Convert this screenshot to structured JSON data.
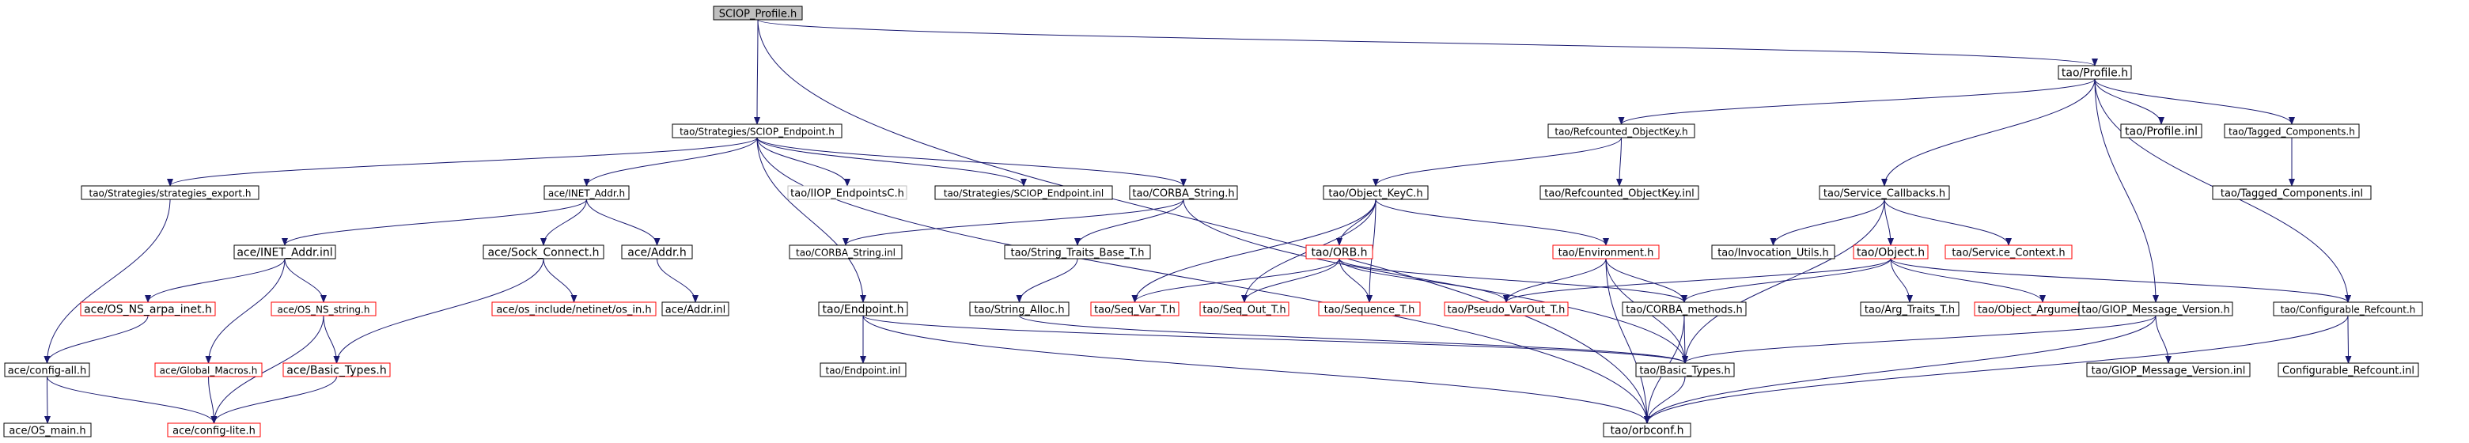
{
  "root": "SCIOP_Profile.h",
  "nodes": {
    "root": {
      "label": "SCIOP_Profile.h",
      "style": "root"
    },
    "sciop_ep": {
      "label": "tao/Strategies/SCIOP_Endpoint.h",
      "style": "black"
    },
    "profile": {
      "label": "tao/Profile.h",
      "style": "black"
    },
    "strat_export": {
      "label": "tao/Strategies/strategies_export.h",
      "style": "black"
    },
    "inet_addr": {
      "label": "ace/INET_Addr.h",
      "style": "black"
    },
    "iiop_epc": {
      "label": "tao/IIOP_EndpointsC.h",
      "style": "gray"
    },
    "sciop_ep_inl": {
      "label": "tao/Strategies/SCIOP_Endpoint.inl",
      "style": "black"
    },
    "corba_string": {
      "label": "tao/CORBA_String.h",
      "style": "black"
    },
    "refc_objkey": {
      "label": "tao/Refcounted_ObjectKey.h",
      "style": "black"
    },
    "profile_inl": {
      "label": "tao/Profile.inl",
      "style": "black"
    },
    "tagged_comp": {
      "label": "tao/Tagged_Components.h",
      "style": "black"
    },
    "inet_addr_inl": {
      "label": "ace/INET_Addr.inl",
      "style": "black"
    },
    "sock_connect": {
      "label": "ace/Sock_Connect.h",
      "style": "black"
    },
    "addr": {
      "label": "ace/Addr.h",
      "style": "black"
    },
    "objkeyc": {
      "label": "tao/Object_KeyC.h",
      "style": "black"
    },
    "refc_objkey_inl": {
      "label": "tao/Refcounted_ObjectKey.inl",
      "style": "black"
    },
    "svc_callbacks": {
      "label": "tao/Service_Callbacks.h",
      "style": "black"
    },
    "tagged_comp_inl": {
      "label": "tao/Tagged_Components.inl",
      "style": "black"
    },
    "corba_string_inl": {
      "label": "tao/CORBA_String.inl",
      "style": "black"
    },
    "str_traits_base": {
      "label": "tao/String_Traits_Base_T.h",
      "style": "black"
    },
    "orb": {
      "label": "tao/ORB.h",
      "style": "red"
    },
    "environment": {
      "label": "tao/Environment.h",
      "style": "red"
    },
    "invocation_utils": {
      "label": "tao/Invocation_Utils.h",
      "style": "black"
    },
    "object": {
      "label": "tao/Object.h",
      "style": "red"
    },
    "svc_context": {
      "label": "tao/Service_Context.h",
      "style": "red"
    },
    "ace_ns_arpa_inet": {
      "label": "ace/OS_NS_arpa_inet.h",
      "style": "red"
    },
    "ace_ns_string": {
      "label": "ace/OS_NS_string.h",
      "style": "red"
    },
    "ace_netinet_in": {
      "label": "ace/os_include/netinet/os_in.h",
      "style": "red"
    },
    "addr_inl": {
      "label": "ace/Addr.inl",
      "style": "black"
    },
    "endpoint": {
      "label": "tao/Endpoint.h",
      "style": "black"
    },
    "string_alloc": {
      "label": "tao/String_Alloc.h",
      "style": "black"
    },
    "seq_var": {
      "label": "tao/Seq_Var_T.h",
      "style": "red"
    },
    "seq_out": {
      "label": "tao/Seq_Out_T.h",
      "style": "red"
    },
    "sequence_t": {
      "label": "tao/Sequence_T.h",
      "style": "red"
    },
    "pseudo_varout": {
      "label": "tao/Pseudo_VarOut_T.h",
      "style": "red"
    },
    "corba_methods": {
      "label": "tao/CORBA_methods.h",
      "style": "black"
    },
    "arg_traits": {
      "label": "tao/Arg_Traits_T.h",
      "style": "black"
    },
    "obj_argument": {
      "label": "tao/Object_Argument_T.h",
      "style": "red"
    },
    "giop_msg_ver": {
      "label": "tao/GIOP_Message_Version.h",
      "style": "black"
    },
    "conf_refcount": {
      "label": "tao/Configurable_Refcount.h",
      "style": "black"
    },
    "config_all": {
      "label": "ace/config-all.h",
      "style": "black"
    },
    "global_macros": {
      "label": "ace/Global_Macros.h",
      "style": "red"
    },
    "basic_types_ace": {
      "label": "ace/Basic_Types.h",
      "style": "red"
    },
    "endpoint_inl": {
      "label": "tao/Endpoint.inl",
      "style": "black"
    },
    "basic_types_tao": {
      "label": "tao/Basic_Types.h",
      "style": "black"
    },
    "giop_msg_ver_inl": {
      "label": "tao/GIOP_Message_Version.inl",
      "style": "black"
    },
    "conf_refcount_inl": {
      "label": "Configurable_Refcount.inl",
      "style": "black"
    },
    "os_main": {
      "label": "ace/OS_main.h",
      "style": "black"
    },
    "config_lite": {
      "label": "ace/config-lite.h",
      "style": "red"
    },
    "orbconf": {
      "label": "tao/orbconf.h",
      "style": "black"
    }
  },
  "edges": [
    [
      "root",
      "sciop_ep"
    ],
    [
      "root",
      "profile"
    ],
    [
      "root",
      "orbconf"
    ],
    [
      "sciop_ep",
      "strat_export"
    ],
    [
      "sciop_ep",
      "inet_addr"
    ],
    [
      "sciop_ep",
      "iiop_epc"
    ],
    [
      "sciop_ep",
      "sciop_ep_inl"
    ],
    [
      "sciop_ep",
      "corba_string"
    ],
    [
      "sciop_ep",
      "endpoint"
    ],
    [
      "sciop_ep",
      "orbconf"
    ],
    [
      "profile",
      "refc_objkey"
    ],
    [
      "profile",
      "profile_inl"
    ],
    [
      "profile",
      "tagged_comp"
    ],
    [
      "profile",
      "svc_callbacks"
    ],
    [
      "profile",
      "giop_msg_ver"
    ],
    [
      "profile",
      "conf_refcount"
    ],
    [
      "strat_export",
      "config_all"
    ],
    [
      "inet_addr",
      "inet_addr_inl"
    ],
    [
      "inet_addr",
      "sock_connect"
    ],
    [
      "inet_addr",
      "addr"
    ],
    [
      "corba_string",
      "corba_string_inl"
    ],
    [
      "corba_string",
      "str_traits_base"
    ],
    [
      "corba_string",
      "basic_types_tao"
    ],
    [
      "refc_objkey",
      "objkeyc"
    ],
    [
      "refc_objkey",
      "refc_objkey_inl"
    ],
    [
      "tagged_comp",
      "tagged_comp_inl"
    ],
    [
      "inet_addr_inl",
      "ace_ns_arpa_inet"
    ],
    [
      "inet_addr_inl",
      "ace_ns_string"
    ],
    [
      "inet_addr_inl",
      "global_macros"
    ],
    [
      "sock_connect",
      "ace_netinet_in"
    ],
    [
      "sock_connect",
      "basic_types_ace"
    ],
    [
      "addr",
      "addr_inl"
    ],
    [
      "objkeyc",
      "orb"
    ],
    [
      "objkeyc",
      "environment"
    ],
    [
      "objkeyc",
      "seq_var"
    ],
    [
      "objkeyc",
      "seq_out"
    ],
    [
      "objkeyc",
      "sequence_t"
    ],
    [
      "svc_callbacks",
      "invocation_utils"
    ],
    [
      "svc_callbacks",
      "object"
    ],
    [
      "svc_callbacks",
      "svc_context"
    ],
    [
      "svc_callbacks",
      "basic_types_tao"
    ],
    [
      "str_traits_base",
      "string_alloc"
    ],
    [
      "orb",
      "seq_var"
    ],
    [
      "orb",
      "seq_out"
    ],
    [
      "orb",
      "sequence_t"
    ],
    [
      "orb",
      "pseudo_varout"
    ],
    [
      "orb",
      "corba_methods"
    ],
    [
      "environment",
      "pseudo_varout"
    ],
    [
      "environment",
      "corba_methods"
    ],
    [
      "environment",
      "basic_types_tao"
    ],
    [
      "environment",
      "orbconf"
    ],
    [
      "object",
      "pseudo_varout"
    ],
    [
      "object",
      "corba_methods"
    ],
    [
      "object",
      "arg_traits"
    ],
    [
      "object",
      "obj_argument"
    ],
    [
      "object",
      "conf_refcount"
    ],
    [
      "ace_ns_arpa_inet",
      "config_all"
    ],
    [
      "ace_ns_string",
      "basic_types_ace"
    ],
    [
      "ace_ns_string",
      "config_lite"
    ],
    [
      "endpoint",
      "endpoint_inl"
    ],
    [
      "endpoint",
      "basic_types_tao"
    ],
    [
      "endpoint",
      "orbconf"
    ],
    [
      "corba_methods",
      "basic_types_tao"
    ],
    [
      "corba_methods",
      "orbconf"
    ],
    [
      "giop_msg_ver",
      "giop_msg_ver_inl"
    ],
    [
      "giop_msg_ver",
      "basic_types_tao"
    ],
    [
      "giop_msg_ver",
      "orbconf"
    ],
    [
      "conf_refcount",
      "conf_refcount_inl"
    ],
    [
      "conf_refcount",
      "orbconf"
    ],
    [
      "config_all",
      "os_main"
    ],
    [
      "config_all",
      "config_lite"
    ],
    [
      "global_macros",
      "config_lite"
    ],
    [
      "basic_types_ace",
      "config_lite"
    ],
    [
      "basic_types_tao",
      "orbconf"
    ],
    [
      "string_alloc",
      "basic_types_tao"
    ]
  ]
}
